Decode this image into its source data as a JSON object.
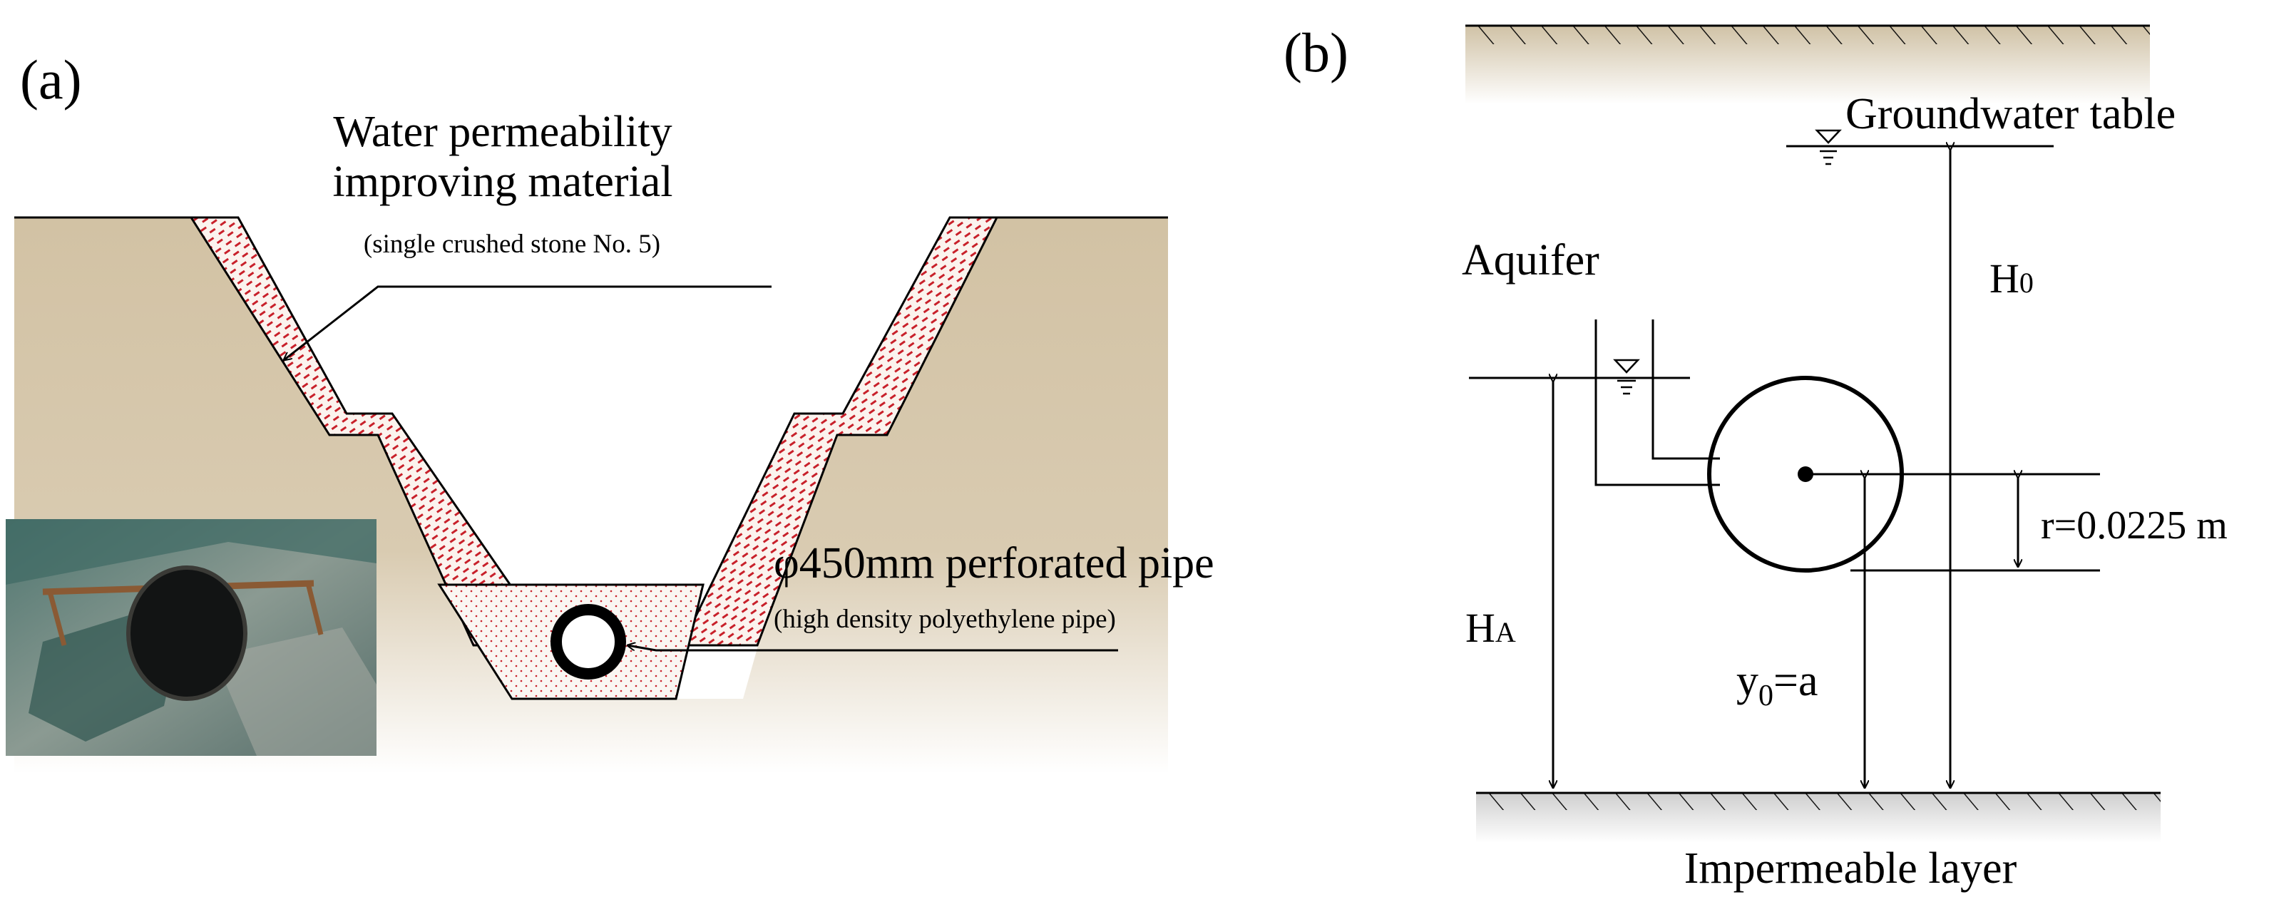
{
  "panel_a": {
    "label": "(a)",
    "material_title_1": "Water permeability",
    "material_title_2": "improving material",
    "material_note": "(single crushed stone No. 5)",
    "pipe_title": "φ450mm perforated pipe",
    "pipe_note": "(high density polyethylene pipe)",
    "photo_desc": "photo of perforated pipe in trench"
  },
  "panel_b": {
    "label": "(b)",
    "groundwater_table": "Groundwater table",
    "aquifer": "Aquifer",
    "h0_main": "H",
    "h0_sub": "0",
    "ha_main": "H",
    "ha_sub": "A",
    "radius": "r=0.0225 m",
    "y0_main": "y",
    "y0_sub": "0",
    "y0_rest": "=a",
    "impermeable": "Impermeable layer"
  },
  "colors": {
    "soil": "#d4c4a8",
    "hatch_red": "#c8202a",
    "sky_gradient_top": "#c9bca0"
  }
}
